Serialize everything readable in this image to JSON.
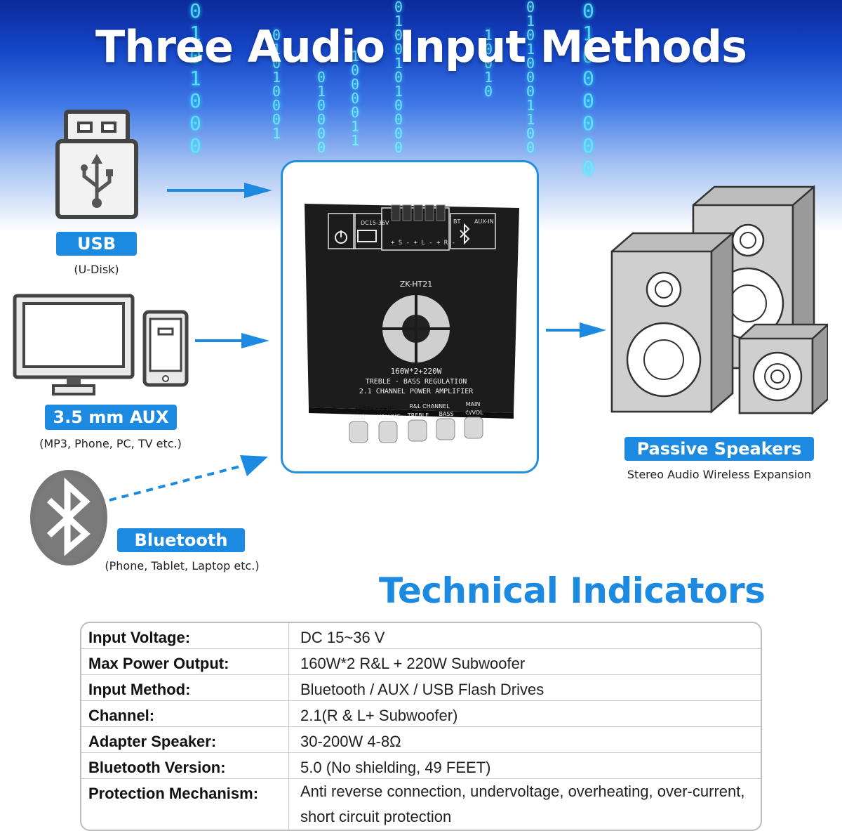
{
  "header": {
    "title": "Three Audio Input Methods"
  },
  "inputs": {
    "usb": {
      "label": "USB",
      "sub": "(U-Disk)"
    },
    "aux": {
      "label": "3.5 mm AUX",
      "sub": "(MP3, Phone, PC, TV etc.)"
    },
    "bluetooth": {
      "label": "Bluetooth",
      "sub": "(Phone, Tablet, Laptop etc.)"
    }
  },
  "output": {
    "label": "Passive Speakers",
    "sub": "Stereo Audio Wireless Expansion"
  },
  "amplifier": {
    "model": "ZK-HT21",
    "power": "160W*2+220W",
    "line1": "TREBLE - BASS REGULATION",
    "line2": "2.1 CHANNEL POWER AMPLIFIER",
    "dc": "DC15-36V",
    "aux_in": "AUX-IN",
    "bt": "BT",
    "terminals": "+ S - + L - + R -",
    "group_sub": "SUBWOOFER",
    "group_rl": "R&L CHANNEL",
    "group_main": "MAIN",
    "knobs": [
      "FREQ",
      "VOLUME",
      "TREBLE",
      "BASS",
      "⏻/VOL"
    ]
  },
  "tech": {
    "title": "Technical Indicators",
    "rows": [
      {
        "key": "Input Voltage:",
        "value": "DC 15~36 V"
      },
      {
        "key": "Max Power Output:",
        "value": "160W*2 R&L + 220W Subwoofer"
      },
      {
        "key": "Input Method:",
        "value": "Bluetooth / AUX / USB Flash Drives"
      },
      {
        "key": "Channel:",
        "value": "2.1(R & L+ Subwoofer)"
      },
      {
        "key": "Adapter Speaker:",
        "value": "30-200W 4-8Ω"
      },
      {
        "key": "Bluetooth Version:",
        "value": "5.0 (No shielding, 49 FEET)"
      },
      {
        "key": "Protection Mechanism:",
        "value": "Anti reverse connection, undervoltage, overheating, over-current, short circuit protection"
      }
    ]
  },
  "colors": {
    "accent": "#1b8ae0",
    "hero_top": "#0b2a9a",
    "binary": "#5cefff"
  }
}
